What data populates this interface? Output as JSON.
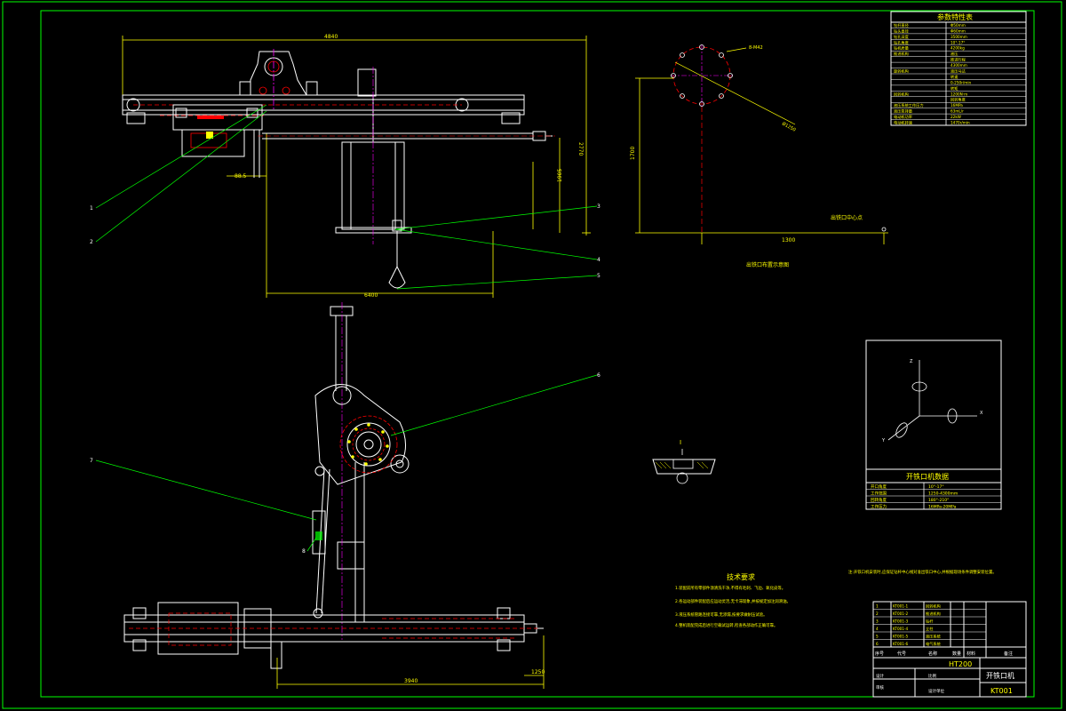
{
  "dims": {
    "top_total": "4840",
    "left_small": "88.5",
    "right_1": "2770",
    "right_2": "1905",
    "bottom_top": "6400",
    "bottom_total": "3940",
    "bottom_right": "1250",
    "diag_vert": "1700",
    "diag_horiz": "1300",
    "bolt": "8-M42",
    "circle": "Ø1250"
  },
  "balloons": [
    "1",
    "2",
    "3",
    "4",
    "5",
    "6",
    "7",
    "8"
  ],
  "labels": {
    "taphole_point": "出铁口中心点",
    "layout_caption": "出铁口布置示意图",
    "section_mark": "I"
  },
  "param_table": {
    "title": "参数特性表",
    "rows": [
      [
        "钻杆直径",
        "Φ50mm"
      ],
      [
        "钻头直径",
        "Φ60mm"
      ],
      [
        "钻孔深度",
        "3500mm"
      ],
      [
        "钻孔角度",
        "10°-17°"
      ],
      [
        "钻机质量",
        "4200kg"
      ],
      [
        "推进机构",
        "液压"
      ],
      [
        "",
        "推进行程"
      ],
      [
        "",
        "4300mm"
      ],
      [
        "旋转机构",
        "液压马达"
      ],
      [
        "",
        "转速"
      ],
      [
        "",
        "0-250r/min"
      ],
      [
        "",
        "转矩"
      ],
      [
        "回转机构",
        "1200N·m"
      ],
      [
        "",
        "回转角度"
      ],
      [
        "液压系统工作压力",
        "16MPa"
      ],
      [
        "液压泵排量",
        "63mL/r"
      ],
      [
        "电动机功率",
        "22kW"
      ],
      [
        "电动机转速",
        "1470r/min"
      ]
    ]
  },
  "coord_box": {
    "title": "开铁口机数据",
    "axis_z": "Z",
    "axis_x": "X",
    "axis_y": "Y",
    "rows": [
      [
        "开口角度",
        "10°-17°"
      ],
      [
        "工作范围",
        "1250-4300mm"
      ],
      [
        "回转角度",
        "180°-210°"
      ],
      [
        "工作压力",
        "16MPa-20MPa"
      ]
    ]
  },
  "notes": {
    "title": "技术要求",
    "items": [
      "1.装配前所有零部件须清洗干净,不得有毛刺、飞边、氧化皮等。",
      "2.各运动部件装配后应运动灵活,无卡滞现象,并按规定加注润滑油。",
      "3.液压系统管路连接可靠,无渗漏,按要求做耐压试验。",
      "4.整机装配完成后进行空载试运转,检查各部动作正确可靠。"
    ],
    "side": "注:开铁口机安装时,应保证钻杆中心线对准出铁口中心,并根据现场条件调整安装位置。"
  },
  "title_block": {
    "rows": [
      [
        "1",
        "KT001-1",
        "回转机构"
      ],
      [
        "2",
        "KT001-2",
        "推进机构"
      ],
      [
        "3",
        "KT001-3",
        "钻杆"
      ],
      [
        "4",
        "KT001-4",
        "立柱"
      ],
      [
        "5",
        "KT001-5",
        "液压系统"
      ],
      [
        "6",
        "KT001-6",
        "电气系统"
      ]
    ],
    "headers": [
      "序号",
      "代号",
      "名称",
      "数量",
      "材料",
      "备注"
    ],
    "material": "HT200",
    "name": "开铁口机",
    "drawing_no": "KT001",
    "designer": "设计",
    "checker": "审核",
    "scale": "比例",
    "school": "设计单位"
  },
  "colors": {
    "background": "#000000",
    "frame": "#00ff00",
    "part": "#ffffff",
    "dim": "#ffff00",
    "hidden": "#ff0000",
    "centerline": "#ff00ff",
    "leader": "#00ff00"
  }
}
